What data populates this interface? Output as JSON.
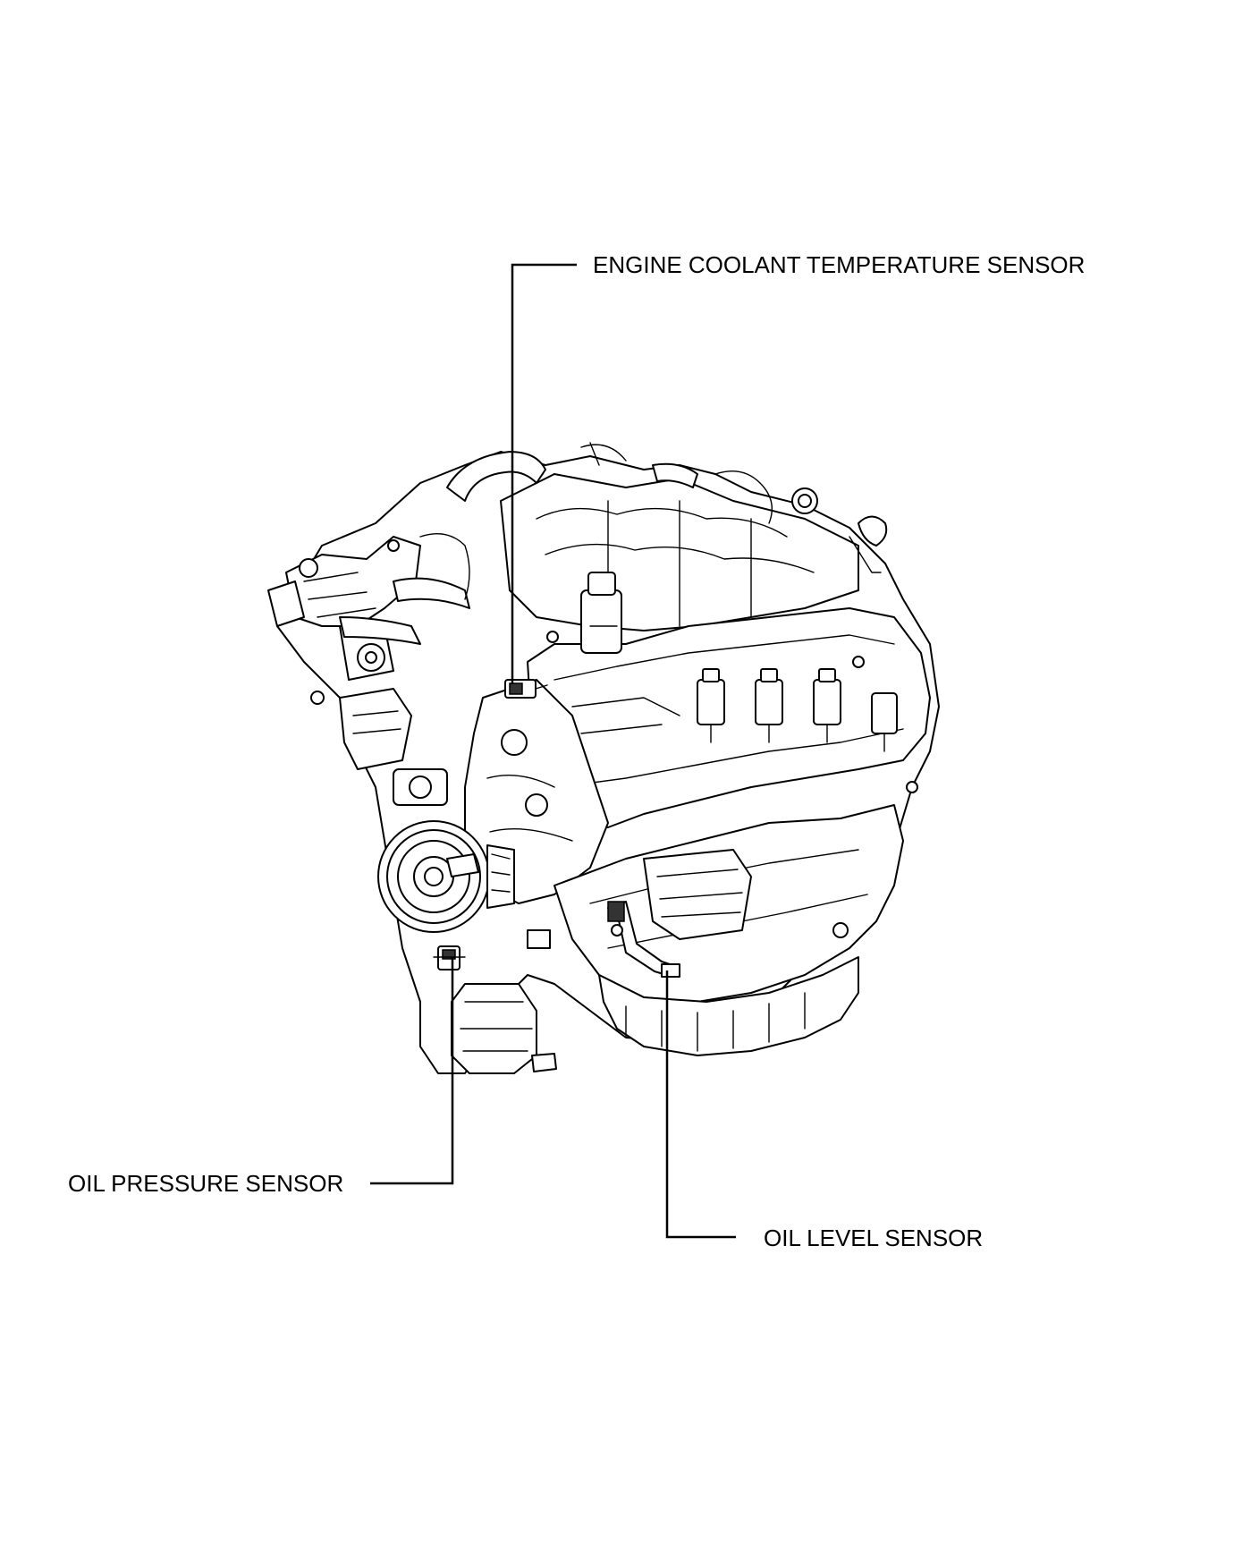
{
  "callouts": {
    "engine_coolant_temperature_sensor": "ENGINE COOLANT TEMPERATURE SENSOR",
    "oil_pressure_sensor": "OIL PRESSURE SENSOR",
    "oil_level_sensor": "OIL LEVEL SENSOR"
  },
  "colors": {
    "line": "#000000",
    "background": "#ffffff"
  }
}
